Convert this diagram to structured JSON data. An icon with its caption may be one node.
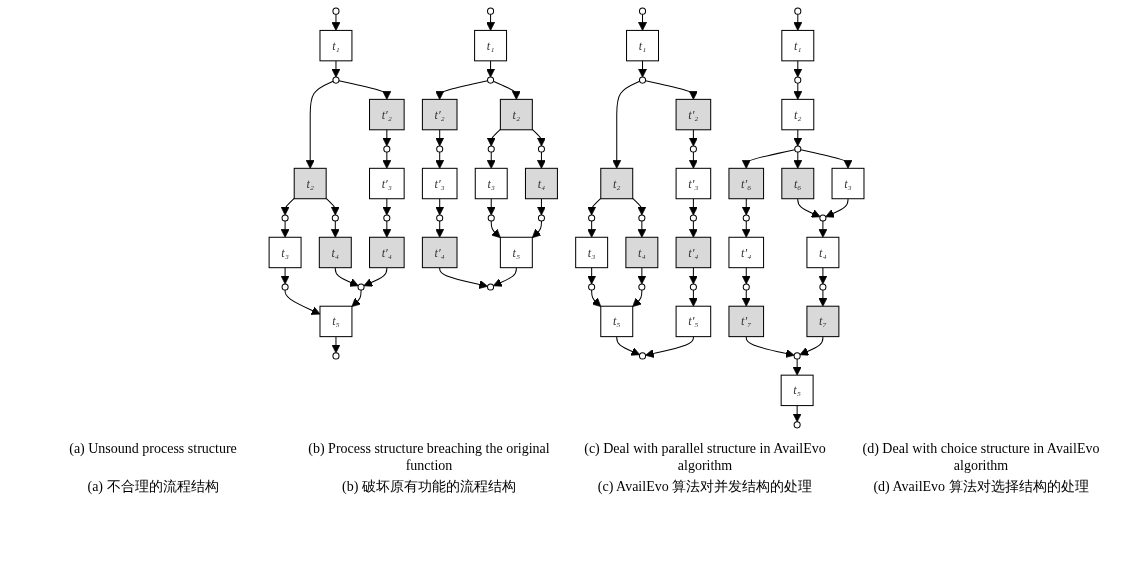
{
  "diagram": {
    "nodes": [
      {
        "text": [],
        "shape": "circle"
      },
      {
        "text": [
          "t₁"
        ]
      },
      {
        "text": [],
        "shape": "circle"
      },
      {
        "text": [
          "t′₂"
        ]
      },
      {
        "text": [
          "t₂"
        ]
      },
      {
        "text": [],
        "shape": "circle"
      },
      {
        "text": [],
        "shape": "circle"
      },
      {
        "text": [],
        "shape": "circle"
      },
      {
        "text": [
          "t′₃"
        ]
      },
      {
        "text": [],
        "shape": "circle"
      },
      {
        "text": [
          "t₃"
        ]
      },
      {
        "text": [
          "t₄"
        ]
      },
      {
        "text": [
          "t′₄"
        ]
      },
      {
        "text": [],
        "shape": "circle"
      },
      {
        "text": [],
        "shape": "circle"
      },
      {
        "text": [
          "t₅"
        ]
      },
      {
        "text": [],
        "shape": "circle"
      },
      {
        "text": [],
        "shape": "circle"
      },
      {
        "text": [
          "t₁"
        ]
      },
      {
        "text": [],
        "shape": "circle"
      },
      {
        "text": [
          "t′₂"
        ]
      },
      {
        "text": [
          "t₂"
        ]
      },
      {
        "text": [],
        "shape": "circle"
      },
      {
        "text": [],
        "shape": "circle"
      },
      {
        "text": [],
        "shape": "circle"
      },
      {
        "text": [
          "t′₃"
        ]
      },
      {
        "text": [],
        "shape": "circle"
      },
      {
        "text": [
          "t₃"
        ]
      },
      {
        "text": [
          "t₄"
        ]
      },
      {
        "text": [
          "t′₄"
        ]
      },
      {
        "text": [],
        "shape": "circle"
      },
      {
        "text": [],
        "shape": "circle"
      },
      {
        "text": [
          "t₅"
        ]
      },
      {
        "text": [],
        "shape": "circle"
      },
      {
        "text": [],
        "shape": "circle"
      },
      {
        "text": [
          "t₁"
        ]
      },
      {
        "text": [],
        "shape": "circle"
      },
      {
        "text": [
          "t′₂"
        ]
      },
      {
        "text": [
          "t₂"
        ]
      },
      {
        "text": [],
        "shape": "circle"
      },
      {
        "text": [],
        "shape": "circle"
      },
      {
        "text": [],
        "shape": "circle"
      },
      {
        "text": [
          "t′₃"
        ]
      },
      {
        "text": [],
        "shape": "circle"
      },
      {
        "text": [
          "t₃"
        ]
      },
      {
        "text": [
          "t₄"
        ]
      },
      {
        "text": [
          "t′₄"
        ]
      },
      {
        "text": [],
        "shape": "circle"
      },
      {
        "text": [],
        "shape": "circle"
      },
      {
        "text": [],
        "shape": "circle"
      },
      {
        "text": [
          "t₅"
        ]
      },
      {
        "text": [
          "t′₅"
        ]
      },
      {
        "text": [],
        "shape": "circle"
      },
      {
        "text": [],
        "shape": "circle"
      },
      {
        "text": [
          "t₁"
        ]
      },
      {
        "text": [],
        "shape": "circle"
      },
      {
        "text": [
          "t₂"
        ]
      },
      {
        "text": [],
        "shape": "circle"
      },
      {
        "text": [
          "t′₆"
        ]
      },
      {
        "text": [
          "t₆"
        ]
      },
      {
        "text": [
          "t₃"
        ]
      },
      {
        "text": [],
        "shape": "circle"
      },
      {
        "text": [],
        "shape": "circle"
      },
      {
        "text": [
          "t′₄"
        ]
      },
      {
        "text": [
          "t₄"
        ]
      },
      {
        "text": [],
        "shape": "circle"
      },
      {
        "text": [],
        "shape": "circle"
      },
      {
        "text": [
          "t′₇"
        ]
      },
      {
        "text": [
          "t₇"
        ]
      },
      {
        "text": [],
        "shape": "circle"
      },
      {
        "text": [
          "t₅"
        ]
      },
      {
        "text": [],
        "shape": "circle"
      }
    ],
    "edges": [
      {
        "from": 0,
        "to": 1,
        "arrow": "to"
      },
      {
        "from": 1,
        "to": 2,
        "arrow": "to"
      },
      {
        "from": 2,
        "to": 4,
        "arrow": "to"
      },
      {
        "from": 2,
        "to": 3,
        "arrow": "to"
      },
      {
        "from": 3,
        "to": 5,
        "arrow": "to"
      },
      {
        "from": 4,
        "to": 6,
        "arrow": "to"
      },
      {
        "from": 4,
        "to": 7,
        "arrow": "to"
      },
      {
        "from": 5,
        "to": 8,
        "arrow": "to"
      },
      {
        "from": 6,
        "to": 10,
        "arrow": "to"
      },
      {
        "from": 7,
        "to": 11,
        "arrow": "to"
      },
      {
        "from": 8,
        "to": 9,
        "arrow": "to"
      },
      {
        "from": 9,
        "to": 12,
        "arrow": "to"
      },
      {
        "from": 10,
        "to": 13,
        "arrow": "to"
      },
      {
        "from": 11,
        "to": 14,
        "arrow": "to"
      },
      {
        "from": 12,
        "to": 14,
        "arrow": "to"
      },
      {
        "from": 13,
        "to": 15,
        "arrow": "to"
      },
      {
        "from": 14,
        "to": 15,
        "arrow": "to"
      },
      {
        "from": 15,
        "to": 16,
        "arrow": "to"
      },
      {
        "from": 17,
        "to": 18,
        "arrow": "to"
      },
      {
        "from": 18,
        "to": 19,
        "arrow": "to"
      },
      {
        "from": 19,
        "to": 21,
        "arrow": "to"
      },
      {
        "from": 19,
        "to": 20,
        "arrow": "to"
      },
      {
        "from": 20,
        "to": 22,
        "arrow": "to"
      },
      {
        "from": 21,
        "to": 23,
        "arrow": "to"
      },
      {
        "from": 21,
        "to": 24,
        "arrow": "to"
      },
      {
        "from": 22,
        "to": 25,
        "arrow": "to"
      },
      {
        "from": 23,
        "to": 27,
        "arrow": "to"
      },
      {
        "from": 24,
        "to": 28,
        "arrow": "to"
      },
      {
        "from": 25,
        "to": 26,
        "arrow": "to"
      },
      {
        "from": 26,
        "to": 29,
        "arrow": "to"
      },
      {
        "from": 27,
        "to": 30,
        "arrow": "to"
      },
      {
        "from": 28,
        "to": 31,
        "arrow": "to"
      },
      {
        "from": 29,
        "to": 33,
        "arrow": "to"
      },
      {
        "from": 30,
        "to": 32,
        "arrow": "to"
      },
      {
        "from": 31,
        "to": 32,
        "arrow": "to"
      },
      {
        "from": 32,
        "to": 33,
        "arrow": "to"
      },
      {
        "from": 34,
        "to": 35,
        "arrow": "to"
      },
      {
        "from": 35,
        "to": 36,
        "arrow": "to"
      },
      {
        "from": 36,
        "to": 38,
        "arrow": "to"
      },
      {
        "from": 36,
        "to": 37,
        "arrow": "to"
      },
      {
        "from": 37,
        "to": 39,
        "arrow": "to"
      },
      {
        "from": 38,
        "to": 40,
        "arrow": "to"
      },
      {
        "from": 38,
        "to": 41,
        "arrow": "to"
      },
      {
        "from": 39,
        "to": 42,
        "arrow": "to"
      },
      {
        "from": 40,
        "to": 44,
        "arrow": "to"
      },
      {
        "from": 41,
        "to": 45,
        "arrow": "to"
      },
      {
        "from": 42,
        "to": 43,
        "arrow": "to"
      },
      {
        "from": 43,
        "to": 46,
        "arrow": "to"
      },
      {
        "from": 44,
        "to": 47,
        "arrow": "to"
      },
      {
        "from": 45,
        "to": 48,
        "arrow": "to"
      },
      {
        "from": 46,
        "to": 49,
        "arrow": "to"
      },
      {
        "from": 47,
        "to": 50,
        "arrow": "to"
      },
      {
        "from": 48,
        "to": 50,
        "arrow": "to"
      },
      {
        "from": 49,
        "to": 51,
        "arrow": "to"
      },
      {
        "from": 50,
        "to": 52,
        "arrow": "to"
      },
      {
        "from": 51,
        "to": 52,
        "arrow": "to"
      },
      {
        "from": 53,
        "to": 54,
        "arrow": "to"
      },
      {
        "from": 54,
        "to": 55,
        "arrow": "to"
      },
      {
        "from": 55,
        "to": 56,
        "arrow": "to"
      },
      {
        "from": 56,
        "to": 57,
        "arrow": "to"
      },
      {
        "from": 57,
        "to": 58,
        "arrow": "to"
      },
      {
        "from": 57,
        "to": 59,
        "arrow": "to"
      },
      {
        "from": 57,
        "to": 60,
        "arrow": "to"
      },
      {
        "from": 58,
        "to": 61,
        "arrow": "to"
      },
      {
        "from": 59,
        "to": 62,
        "arrow": "to"
      },
      {
        "from": 60,
        "to": 62,
        "arrow": "to"
      },
      {
        "from": 61,
        "to": 63,
        "arrow": "to"
      },
      {
        "from": 62,
        "to": 64,
        "arrow": "to"
      },
      {
        "from": 63,
        "to": 65,
        "arrow": "to"
      },
      {
        "from": 64,
        "to": 66,
        "arrow": "to"
      },
      {
        "from": 65,
        "to": 67,
        "arrow": "to"
      },
      {
        "from": 66,
        "to": 68,
        "arrow": "to"
      },
      {
        "from": 67,
        "to": 69,
        "arrow": "to"
      },
      {
        "from": 68,
        "to": 69,
        "arrow": "to"
      },
      {
        "from": 69,
        "to": 70,
        "arrow": "to"
      },
      {
        "from": 70,
        "to": 71,
        "arrow": "to"
      }
    ],
    "labels": [
      "(a) Unsound process structure",
      "(b) Process structure breaching the original function",
      "(c) Deal with parallel structure in AvailEvo algorithm",
      "(d) Deal with choice structure in AvailEvo algorithm",
      "(a) 不合理的流程结构",
      "(b) 破坏原有功能的流程结构",
      "(c) AvailEvo 算法对并发结构的处理",
      "(d) AvailEvo 算法对选择结构的处理"
    ]
  }
}
